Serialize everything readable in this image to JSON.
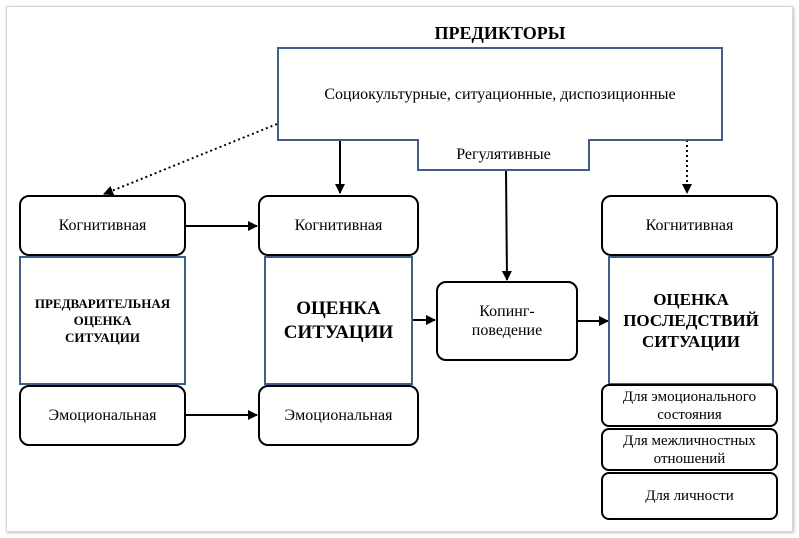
{
  "predictors": {
    "title": "ПРЕДИКТОРЫ",
    "main_label": "Социокультурные, ситуационные, диспозиционные",
    "regulatory_label": "Регулятивные"
  },
  "preliminary": {
    "cognitive": "Когнитивная",
    "title_lines": [
      "ПРЕДВАРИТЕЛЬНАЯ",
      "ОЦЕНКА",
      "СИТУАЦИИ"
    ],
    "emotional": "Эмоциональная"
  },
  "situation": {
    "cognitive": "Когнитивная",
    "title_lines": [
      "ОЦЕНКА",
      "СИТУАЦИИ"
    ],
    "emotional": "Эмоциональная"
  },
  "coping": {
    "label_lines": [
      "Копинг-",
      "поведение"
    ]
  },
  "consequences": {
    "cognitive": "Когнитивная",
    "title_lines": [
      "ОЦЕНКА",
      "ПОСЛЕДСТВИЙ",
      "СИТУАЦИИ"
    ],
    "emotional_state_lines": [
      "Для эмоционального",
      "состояния"
    ],
    "interpersonal_lines": [
      "Для межличностных",
      "отношений"
    ],
    "personality": "Для личности"
  }
}
